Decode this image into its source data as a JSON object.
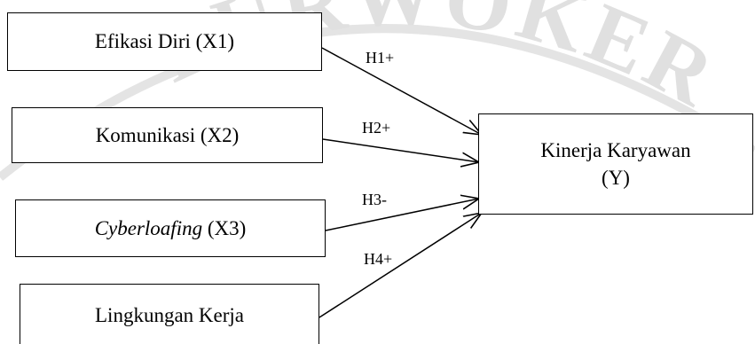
{
  "watermark": {
    "text": "PURWOKERTO",
    "color": "#d9d9d9"
  },
  "independent_variables": [
    {
      "id": "x1",
      "label": "Efikasi Diri (X1)"
    },
    {
      "id": "x2",
      "label": "Komunikasi (X2)"
    },
    {
      "id": "x3",
      "label_italic": "Cyberloafing",
      "label_rest": " (X3)"
    },
    {
      "id": "x4",
      "label": "Lingkungan Kerja"
    }
  ],
  "dependent_variable": {
    "line1": "Kinerja Karyawan",
    "line2": "(Y)"
  },
  "hypotheses": [
    {
      "label": "H1+",
      "from": "x1",
      "to": "y"
    },
    {
      "label": "H2+",
      "from": "x2",
      "to": "y"
    },
    {
      "label": "H3-",
      "from": "x3",
      "to": "y"
    },
    {
      "label": "H4+",
      "from": "x4",
      "to": "y"
    }
  ]
}
